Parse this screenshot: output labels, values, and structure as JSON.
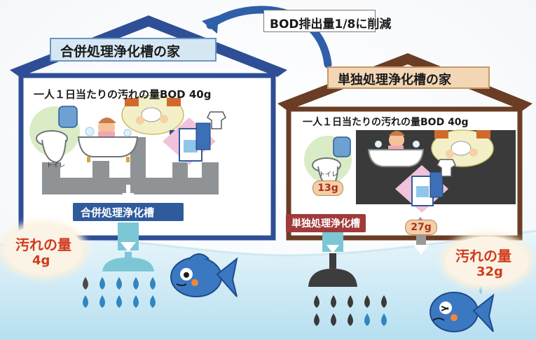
{
  "banner": {
    "reduction_text": "BOD排出量1/8に削減"
  },
  "left_house": {
    "title": "合併処理浄化槽の家",
    "bod_text": "一人１日当たりの汚れの量BOD 40g",
    "toilet_label": "トイレ",
    "tank_label": "合併処理浄化槽",
    "pollution_label": "汚れの量",
    "pollution_value": "4g",
    "colors": {
      "roof": "#2e4f96",
      "title_bg": "#d6e7f4",
      "tank_bg": "#2f5b9c"
    }
  },
  "right_house": {
    "title": "単独処理浄化槽の家",
    "bod_text": "一人１日当たりの汚れの量BOD 40g",
    "toilet_label": "トイレ",
    "toilet_amount": "13g",
    "tank_label": "単独処理浄化槽",
    "other_amount": "27g",
    "pollution_label": "汚れの量",
    "pollution_value": "32g",
    "colors": {
      "roof": "#6a3d24",
      "title_bg": "#f2d6b5",
      "tank_bg": "#a13a3a"
    }
  },
  "icons": [
    "toilet-icon",
    "bathtub-icon",
    "dishwashing-icon",
    "laundry-icon",
    "fish-icon",
    "arrow-icon"
  ],
  "accent_color": "#d23a1c"
}
